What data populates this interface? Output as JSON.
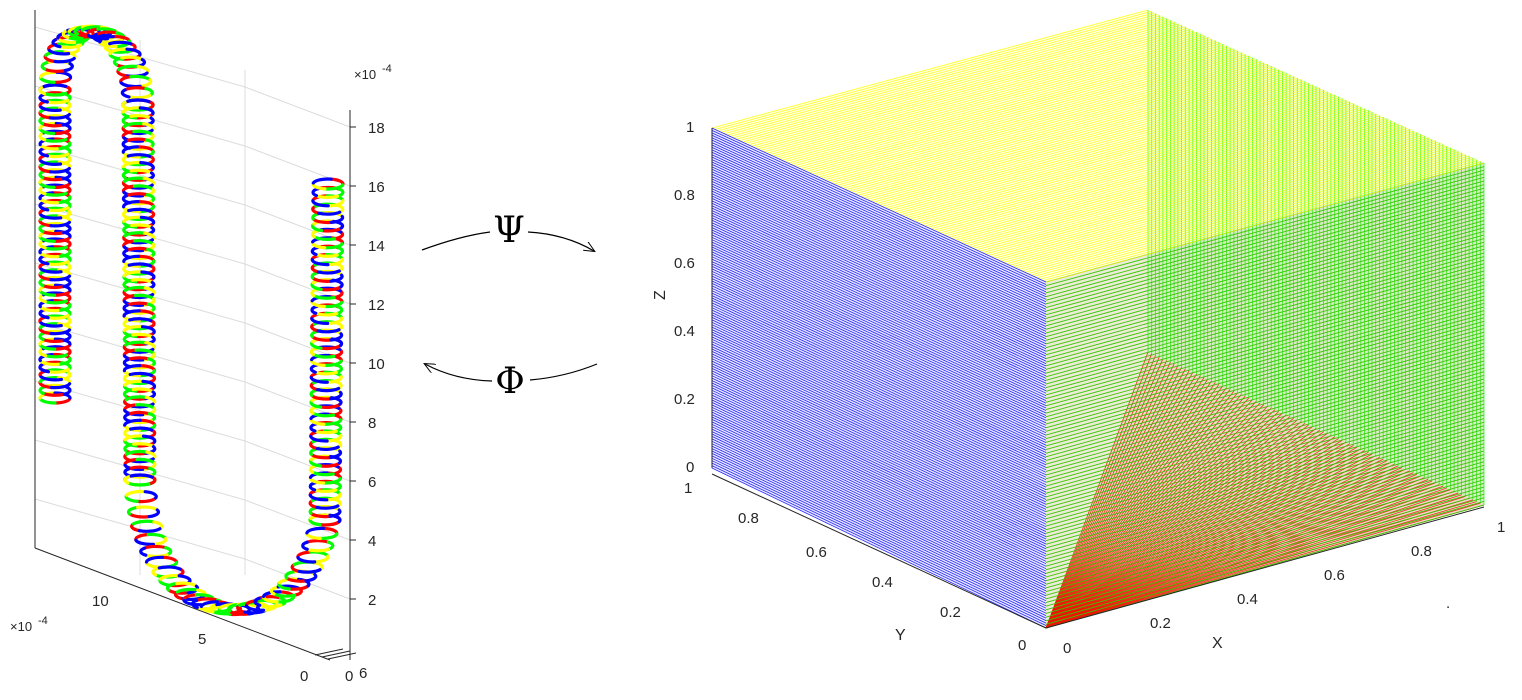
{
  "colors": {
    "yellow": "#ffff00",
    "green": "#00ff00",
    "blue": "#0000ff",
    "red": "#ff0000",
    "axis": "#262626",
    "grid": "#dcdcdc"
  },
  "mappings": {
    "forward_symbol": "Ψ",
    "inverse_symbol": "Φ"
  },
  "left_plot": {
    "z_multiplier": "×10^{-4}",
    "x_multiplier": "×10^{-4}",
    "z_ticks": [
      "2",
      "4",
      "6",
      "8",
      "10",
      "12",
      "14",
      "16",
      "18"
    ],
    "x_ticks": [
      "0",
      "5",
      "10"
    ],
    "y_ticks": [
      "0",
      "6"
    ]
  },
  "right_plot": {
    "x_label": "X",
    "y_label": "Y",
    "z_label": "Z",
    "x_ticks": [
      "0",
      "0.2",
      "0.4",
      "0.6",
      "0.8",
      "1"
    ],
    "y_ticks": [
      "0",
      "0.2",
      "0.4",
      "0.6",
      "0.8",
      "1"
    ],
    "z_ticks": [
      "0",
      "0.2",
      "0.4",
      "0.6",
      "0.8",
      "1"
    ],
    "stray_mark": "."
  }
}
